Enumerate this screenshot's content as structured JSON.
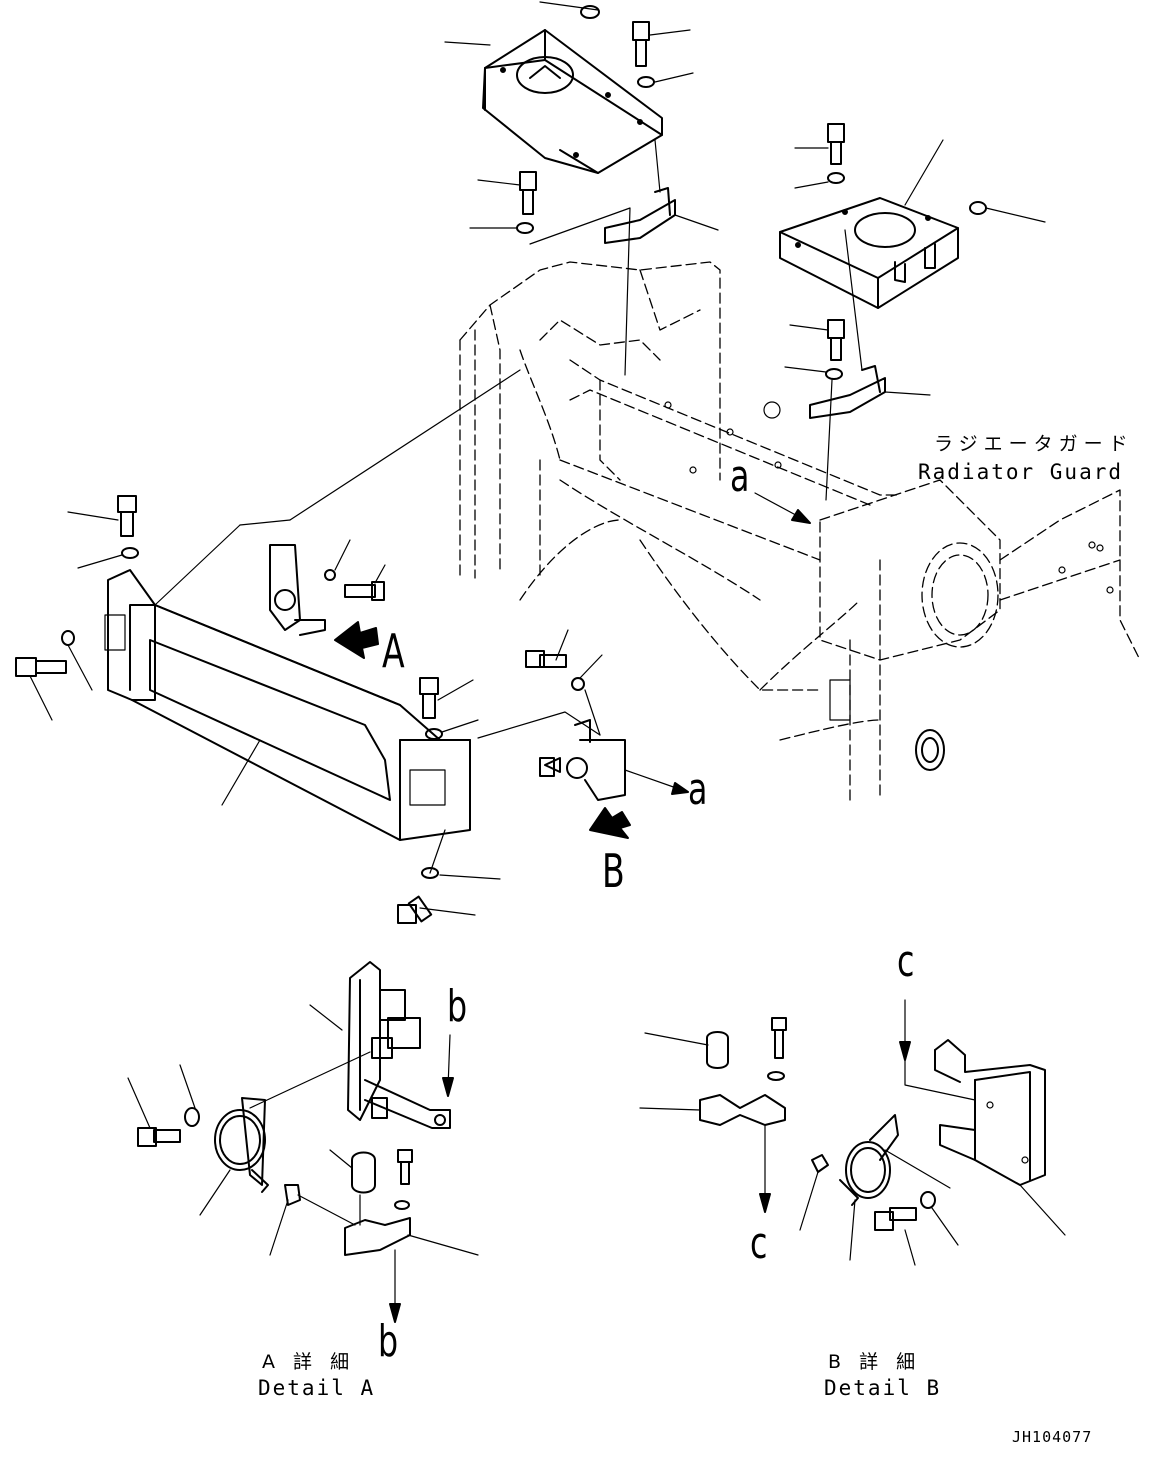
{
  "labels": {
    "view_a": "A",
    "view_b": "B",
    "ref_a_top": "a",
    "ref_a_side": "a",
    "ref_b_top": "b",
    "ref_b_bottom": "b",
    "ref_c_top": "c",
    "ref_c_bottom": "c"
  },
  "radiator_guard": {
    "jp": "ラジエータガード",
    "en": "Radiator Guard"
  },
  "detail_a": {
    "jp": "A 詳 細",
    "en": "Detail A"
  },
  "detail_b": {
    "jp": "B 詳 細",
    "en": "Detail B"
  },
  "drawing_code": "JH104077"
}
